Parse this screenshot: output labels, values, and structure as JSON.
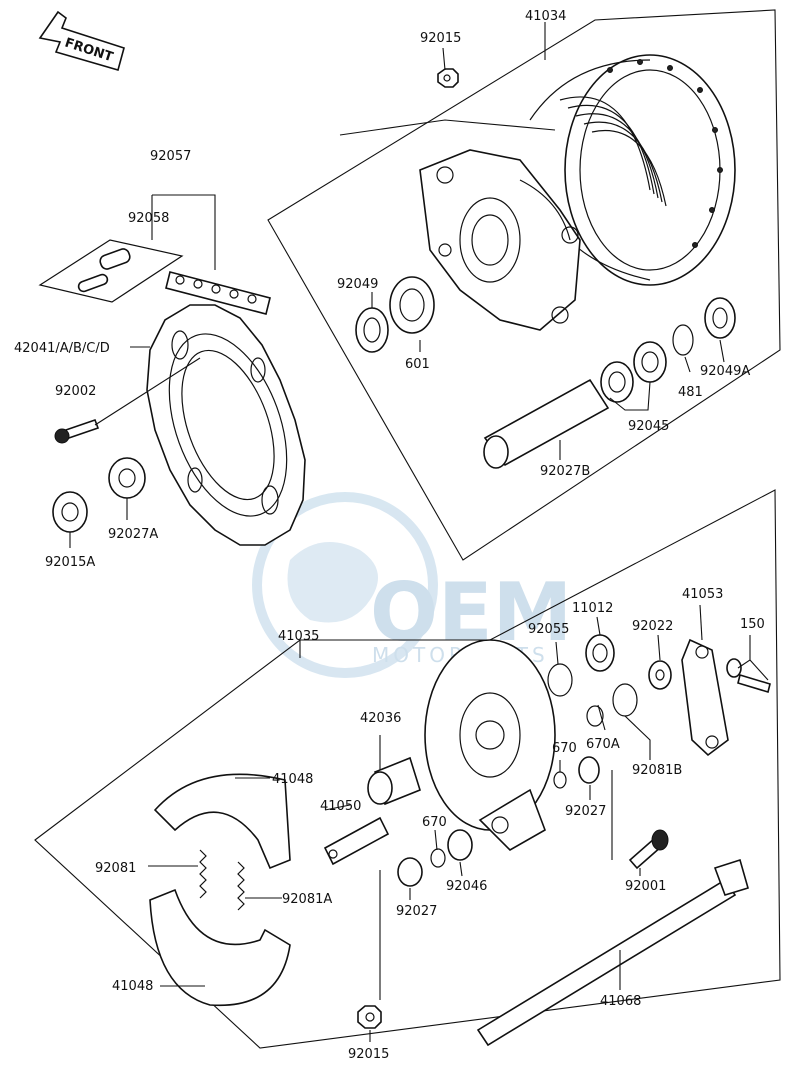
{
  "front_label": "FRONT",
  "watermark": {
    "main": "OEM",
    "sub": "MOTORPARTS"
  },
  "labels": {
    "p41034": "41034",
    "p92015_top": "92015",
    "p92057": "92057",
    "p92058": "92058",
    "p92049": "92049",
    "p601": "601",
    "p42041": "42041/A/B/C/D",
    "p92002": "92002",
    "p92027A": "92027A",
    "p92015A": "92015A",
    "p481": "481",
    "p92049A": "92049A",
    "p92045": "92045",
    "p92027B": "92027B",
    "p41035": "41035",
    "p11012": "11012",
    "p92055": "92055",
    "p92022": "92022",
    "p41053": "41053",
    "p150": "150",
    "p42036": "42036",
    "p670A": "670A",
    "p670_a": "670",
    "p92081B": "92081B",
    "p41048_top": "41048",
    "p41050": "41050",
    "p92027_a": "92027",
    "p670_b": "670",
    "p92081": "92081",
    "p92046": "92046",
    "p92001": "92001",
    "p92081A": "92081A",
    "p92027_b": "92027",
    "p41048_bot": "41048",
    "p41068": "41068",
    "p92015_bot": "92015"
  }
}
